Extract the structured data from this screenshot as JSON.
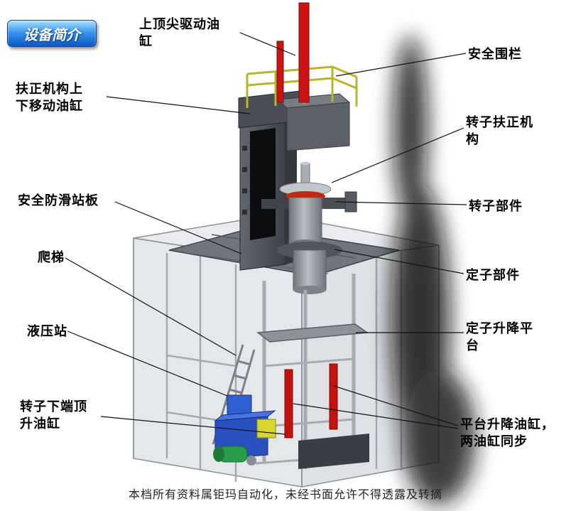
{
  "badge": {
    "label": "设备简介"
  },
  "labels": {
    "top_cylinder": "上顶尖驱动油\n缸",
    "safety_fence": "安全围栏",
    "righting_cylinder": "扶正机构上\n下移动油缸",
    "rotor_righting": "转子扶正机\n构",
    "antislip_board": "安全防滑站板",
    "rotor_part": "转子部件",
    "ladder": "爬梯",
    "stator_part": "定子部件",
    "hydraulic_station": "液压站",
    "stator_platform": "定子升降平\n台",
    "bottom_jack": "转子下端顶\n升油缸",
    "platform_cylinders": "平台升降油缸，\n两油缸同步"
  },
  "watermark": "本档所有资料属钜玛自动化，未经书面允许不得透露及转摘",
  "colors": {
    "accent_red": "#cc1212",
    "fence_yellow": "#b6b628",
    "hydraulic_blue": "#2a50c0",
    "motor_green": "#2a9d4a",
    "badge_blue": "#1a6fd4",
    "deck_gray": "#71767d"
  }
}
